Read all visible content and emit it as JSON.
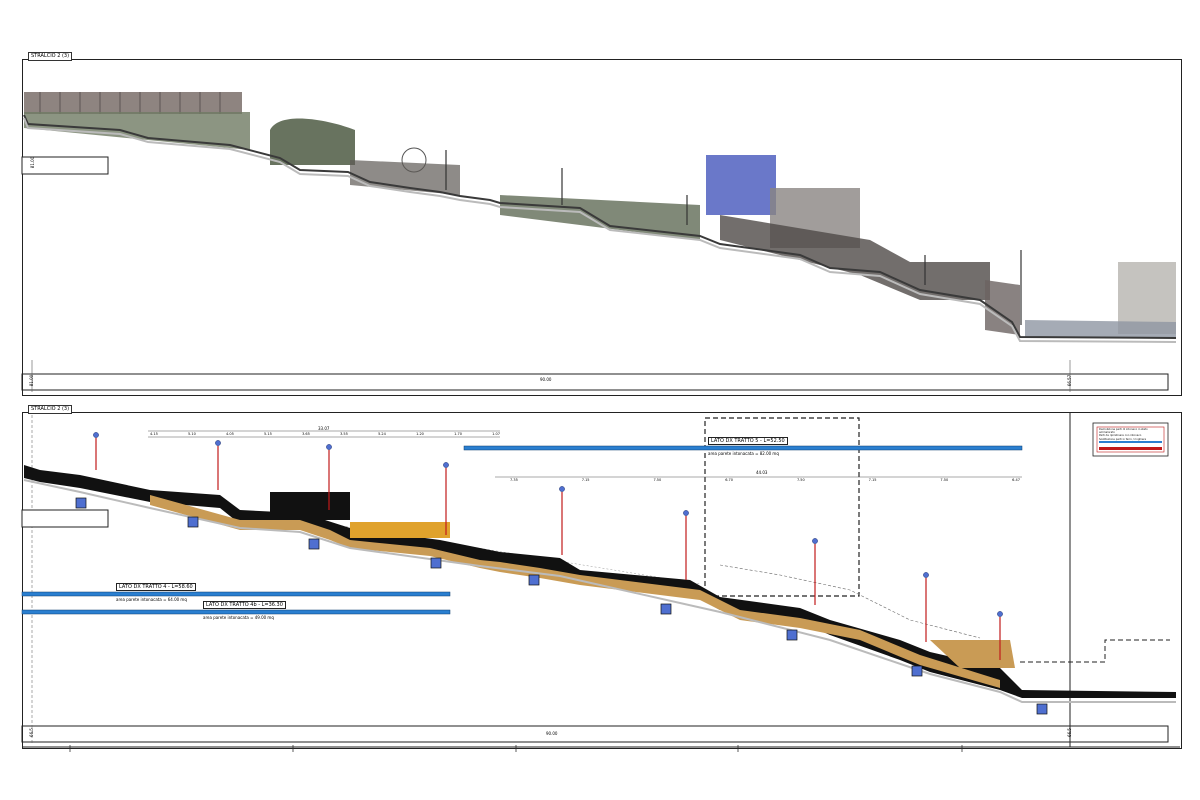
{
  "top_section": {
    "tag": "STRALCIO 2 (3)",
    "bottom_dimension": "90.00",
    "left_level_top": "81.00",
    "left_level_bottom": "81.00",
    "right_level_bottom": "66.57"
  },
  "bottom_section": {
    "tag": "STRALCIO 2 (3)",
    "bottom_dimension": "90.00",
    "left_level_bottom": "66.5",
    "right_level_bottom": "66.5",
    "bars": [
      {
        "title": "LATO DX TRATTO 5 - L=52.50",
        "note": "area parete intonacata = 82.00 mq"
      },
      {
        "title": "LATO DX TRATTO 4 - L=58.60",
        "note": "area parete intonacata = 64.00 mq"
      },
      {
        "title": "LATO DX TRATTO 4b - L=36.30",
        "note": "area parete intonacata = 49.00 mq"
      }
    ],
    "dim_top_total": "33.07",
    "dim_top_parts": [
      "4.15",
      "5.10",
      "4.05",
      "5.15",
      "3.65",
      "3.55",
      "5.24",
      "1.20",
      "1.70",
      "1.07"
    ],
    "dim_mid_total": "44.03",
    "dim_mid_parts": [
      "7.35",
      "7.15",
      "7.50",
      "6.70",
      "7.50",
      "7.15",
      "7.50",
      "6.47"
    ],
    "legend": [
      {
        "text": "Demolizione parti di intonaco in stato ammalorato",
        "color": "#ffffff"
      },
      {
        "text": "Parti da ripristinare con intonaco",
        "color": "#2a7fd0"
      },
      {
        "text": "Sostituzione parti in ferro / ringhiera",
        "color": "#cc1f1f"
      }
    ]
  }
}
